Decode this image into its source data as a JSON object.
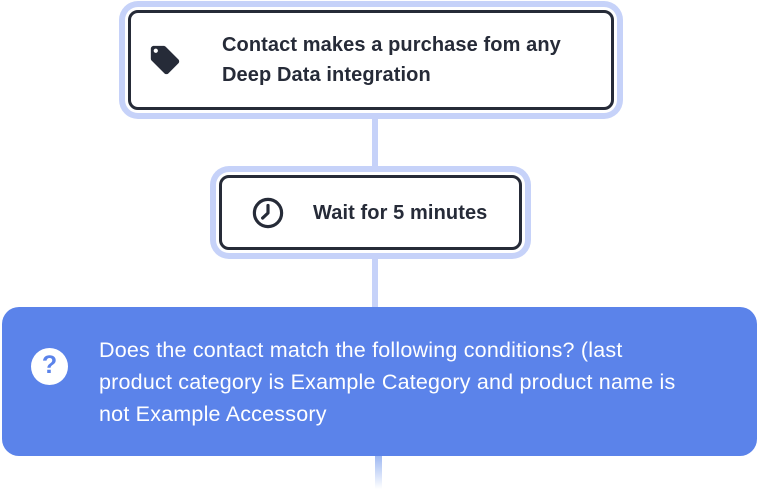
{
  "colors": {
    "node_border": "#262b38",
    "node_ring": "#c6d2f9",
    "connector": "#c6d2f9",
    "condition_bg": "#5b83ea",
    "text_dark": "#262b38",
    "text_light": "#ffffff"
  },
  "nodes": {
    "trigger": {
      "icon": "tag-icon",
      "lines": [
        "Contact makes a purchase fom any",
        "Deep Data integration"
      ]
    },
    "wait": {
      "icon": "clock-icon",
      "label": "Wait for 5 minutes"
    },
    "condition": {
      "icon": "question-icon",
      "icon_glyph": "?",
      "lines": [
        "Does the contact match the following conditions? (last",
        "product category is Example Category and product name is",
        "not Example Accessory"
      ]
    }
  }
}
